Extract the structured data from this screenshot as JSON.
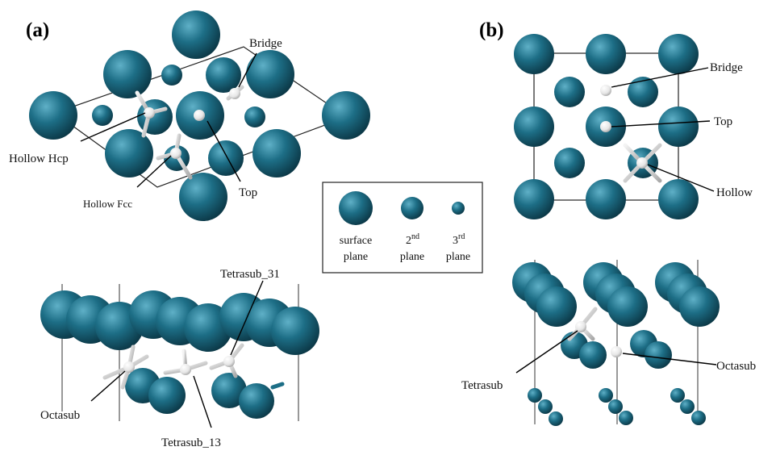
{
  "panels": {
    "a": "(a)",
    "b": "(b)"
  },
  "labels_a_top": {
    "bridge": "Bridge",
    "hollow_hcp": "Hollow Hcp",
    "hollow_fcc": "Hollow Fcc",
    "top": "Top"
  },
  "labels_a_bottom": {
    "tetrasub_31": "Tetrasub_31",
    "octasub": "Octasub",
    "tetrasub_13": "Tetrasub_13"
  },
  "labels_b_top": {
    "bridge": "Bridge",
    "top": "Top",
    "hollow": "Hollow"
  },
  "labels_b_bottom": {
    "tetrasub": "Tetrasub",
    "octasub": "Octasub"
  },
  "legend": {
    "surface_line1": "surface",
    "surface_line2": "plane",
    "second_base": "2",
    "second_sup": "nd",
    "second_line2": "plane",
    "third_base": "3",
    "third_sup": "rd",
    "third_line2": "plane"
  },
  "colors": {
    "atom": "#1d6e86",
    "atom_dark": "#0c3d4d",
    "atom_light": "#4fa3bb",
    "hydrogen": "#f2f2f2",
    "bond": "#cfcfcf"
  }
}
